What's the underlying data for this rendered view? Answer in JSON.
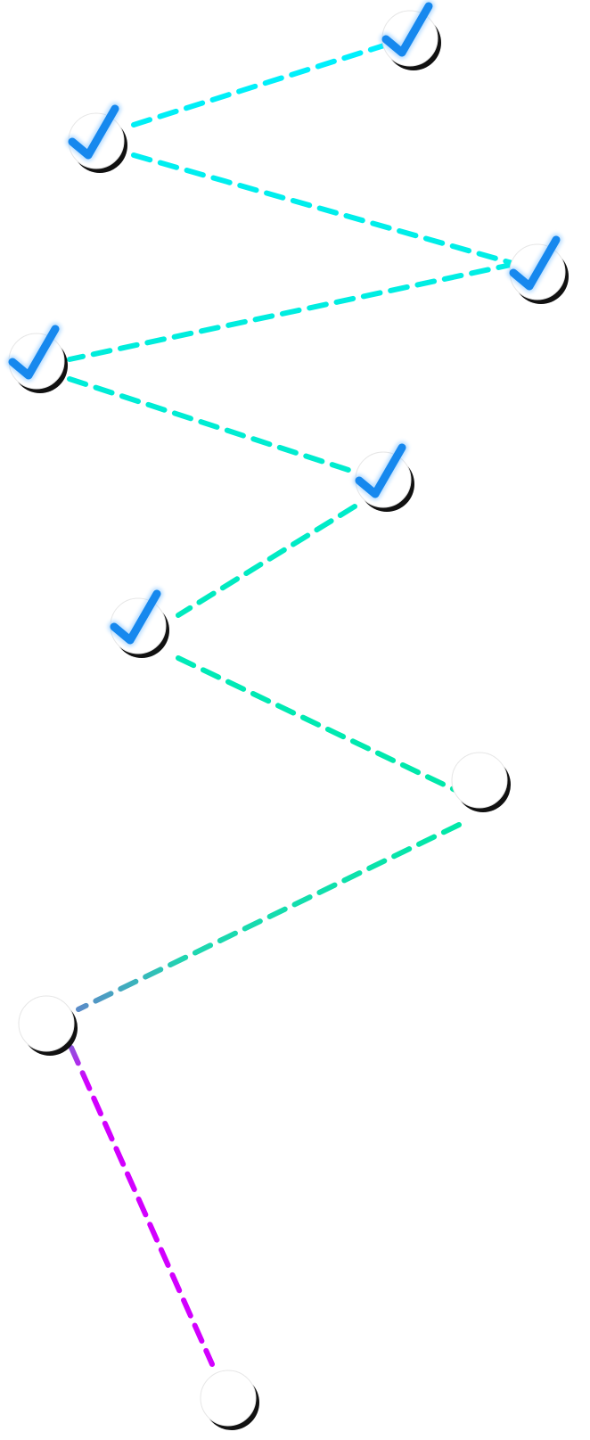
{
  "path": {
    "nodes": [
      {
        "id": "step-1",
        "completed": true
      },
      {
        "id": "step-2",
        "completed": true
      },
      {
        "id": "step-3",
        "completed": true
      },
      {
        "id": "step-4",
        "completed": true
      },
      {
        "id": "step-5",
        "completed": true
      },
      {
        "id": "step-6",
        "completed": true
      },
      {
        "id": "step-7",
        "completed": false
      },
      {
        "id": "step-8",
        "completed": false
      },
      {
        "id": "step-9",
        "completed": false
      }
    ],
    "colors": {
      "node_fill": "#ffffff",
      "node_shadow": "#111111",
      "checkmark": "#1688ee",
      "checkmark_glow": "#6ab8ff",
      "connector_start": "#00f0ff",
      "connector_mid": "#00e8a8",
      "connector_transition": "#5a8cc8",
      "connector_end": "#d200ff"
    },
    "icons": {
      "completed": "checkmark-icon",
      "pending": "empty-circle"
    }
  }
}
